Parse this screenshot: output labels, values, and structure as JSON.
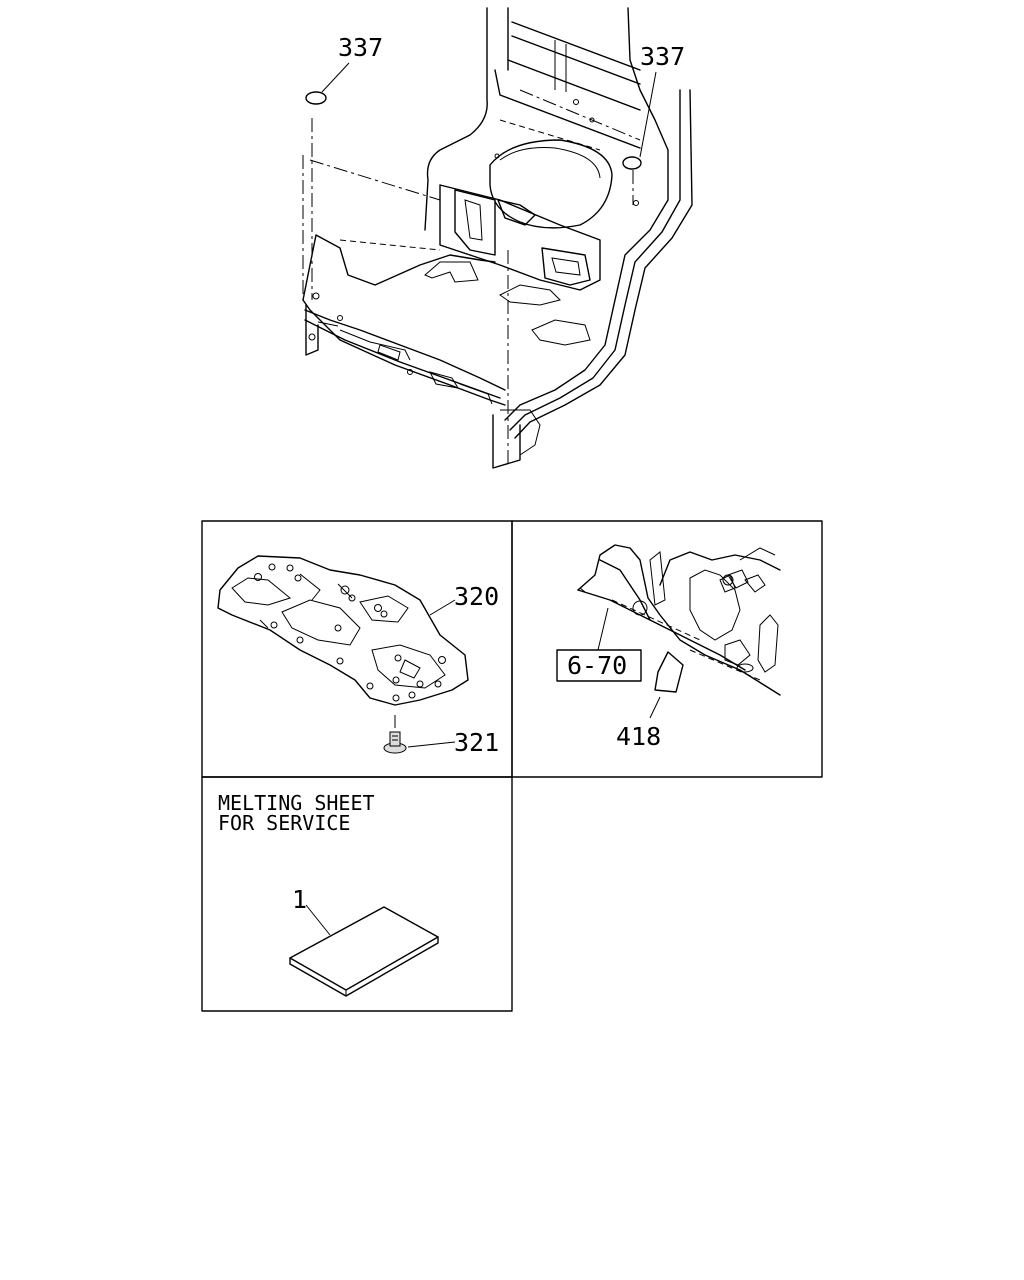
{
  "callouts": {
    "left_337": "337",
    "right_337": "337",
    "part_320": "320",
    "part_321": "321",
    "ref_6_70": "6-70",
    "part_418": "418",
    "part_1": "1"
  },
  "panel_text": {
    "line1": "MELTING SHEET",
    "line2": "FOR SERVICE"
  }
}
